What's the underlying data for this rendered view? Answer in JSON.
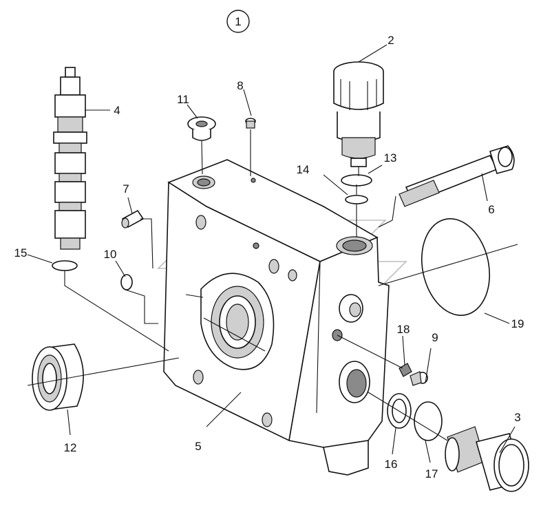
{
  "diagram": {
    "assembly_number": "1",
    "callouts": {
      "c2": "2",
      "c3": "3",
      "c4": "4",
      "c5": "5",
      "c6": "6",
      "c7": "7",
      "c8": "8",
      "c9": "9",
      "c10": "10",
      "c11": "11",
      "c12": "12",
      "c13": "13",
      "c14": "14",
      "c15": "15",
      "c16": "16",
      "c17": "17",
      "c18": "18",
      "c19": "19"
    }
  }
}
